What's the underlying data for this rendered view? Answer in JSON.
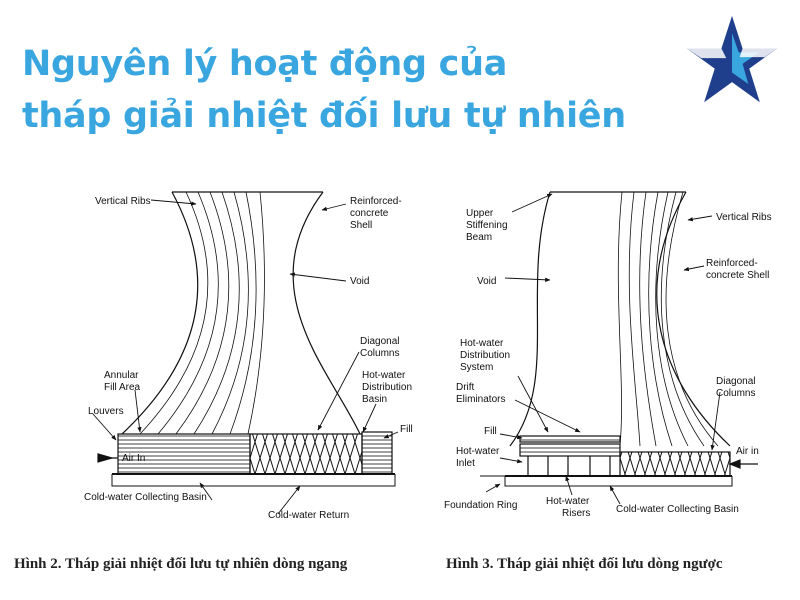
{
  "title": {
    "line1": "Nguyên lý hoạt động của",
    "line2": "tháp giải nhiệt đối lưu tự nhiên"
  },
  "brand": {
    "logo_icon": "star-icon",
    "color_dark": "#1f3f8c",
    "color_light": "#3aa6df"
  },
  "diagram_left": {
    "labels": {
      "vertical_ribs": "Vertical Ribs",
      "reinforced_1": "Reinforced-",
      "reinforced_2": "concrete",
      "reinforced_3": "Shell",
      "void": "Void",
      "diagonal_1": "Diagonal",
      "diagonal_2": "Columns",
      "annular_1": "Annular",
      "annular_2": "Fill Area",
      "hotwater_1": "Hot-water",
      "hotwater_2": "Distribution",
      "hotwater_3": "Basin",
      "louvers": "Louvers",
      "fill": "Fill",
      "air_in": "Air In",
      "cold_basin": "Cold-water Collecting Basin",
      "cold_return": "Cold-water Return"
    },
    "caption": "Hình 2. Tháp giải nhiệt đối lưu tự nhiên dòng ngang"
  },
  "diagram_right": {
    "labels": {
      "upper_1": "Upper",
      "upper_2": "Stiffening",
      "upper_3": "Beam",
      "vertical_ribs": "Vertical Ribs",
      "reinforced_1": "Reinforced-",
      "reinforced_2": "concrete Shell",
      "void": "Void",
      "hotdist_1": "Hot-water",
      "hotdist_2": "Distribution",
      "hotdist_3": "System",
      "drift_1": "Drift",
      "drift_2": "Eliminators",
      "fill": "Fill",
      "inlet_1": "Hot-water",
      "inlet_2": "Inlet",
      "diagonal_1": "Diagonal",
      "diagonal_2": "Columns",
      "air_in": "Air in",
      "foundation": "Foundation Ring",
      "risers_1": "Hot-water",
      "risers_2": "Risers",
      "cold_basin": "Cold-water Collecting Basin"
    },
    "caption": "Hình 3. Tháp giải nhiệt đối lưu dòng ngược"
  }
}
